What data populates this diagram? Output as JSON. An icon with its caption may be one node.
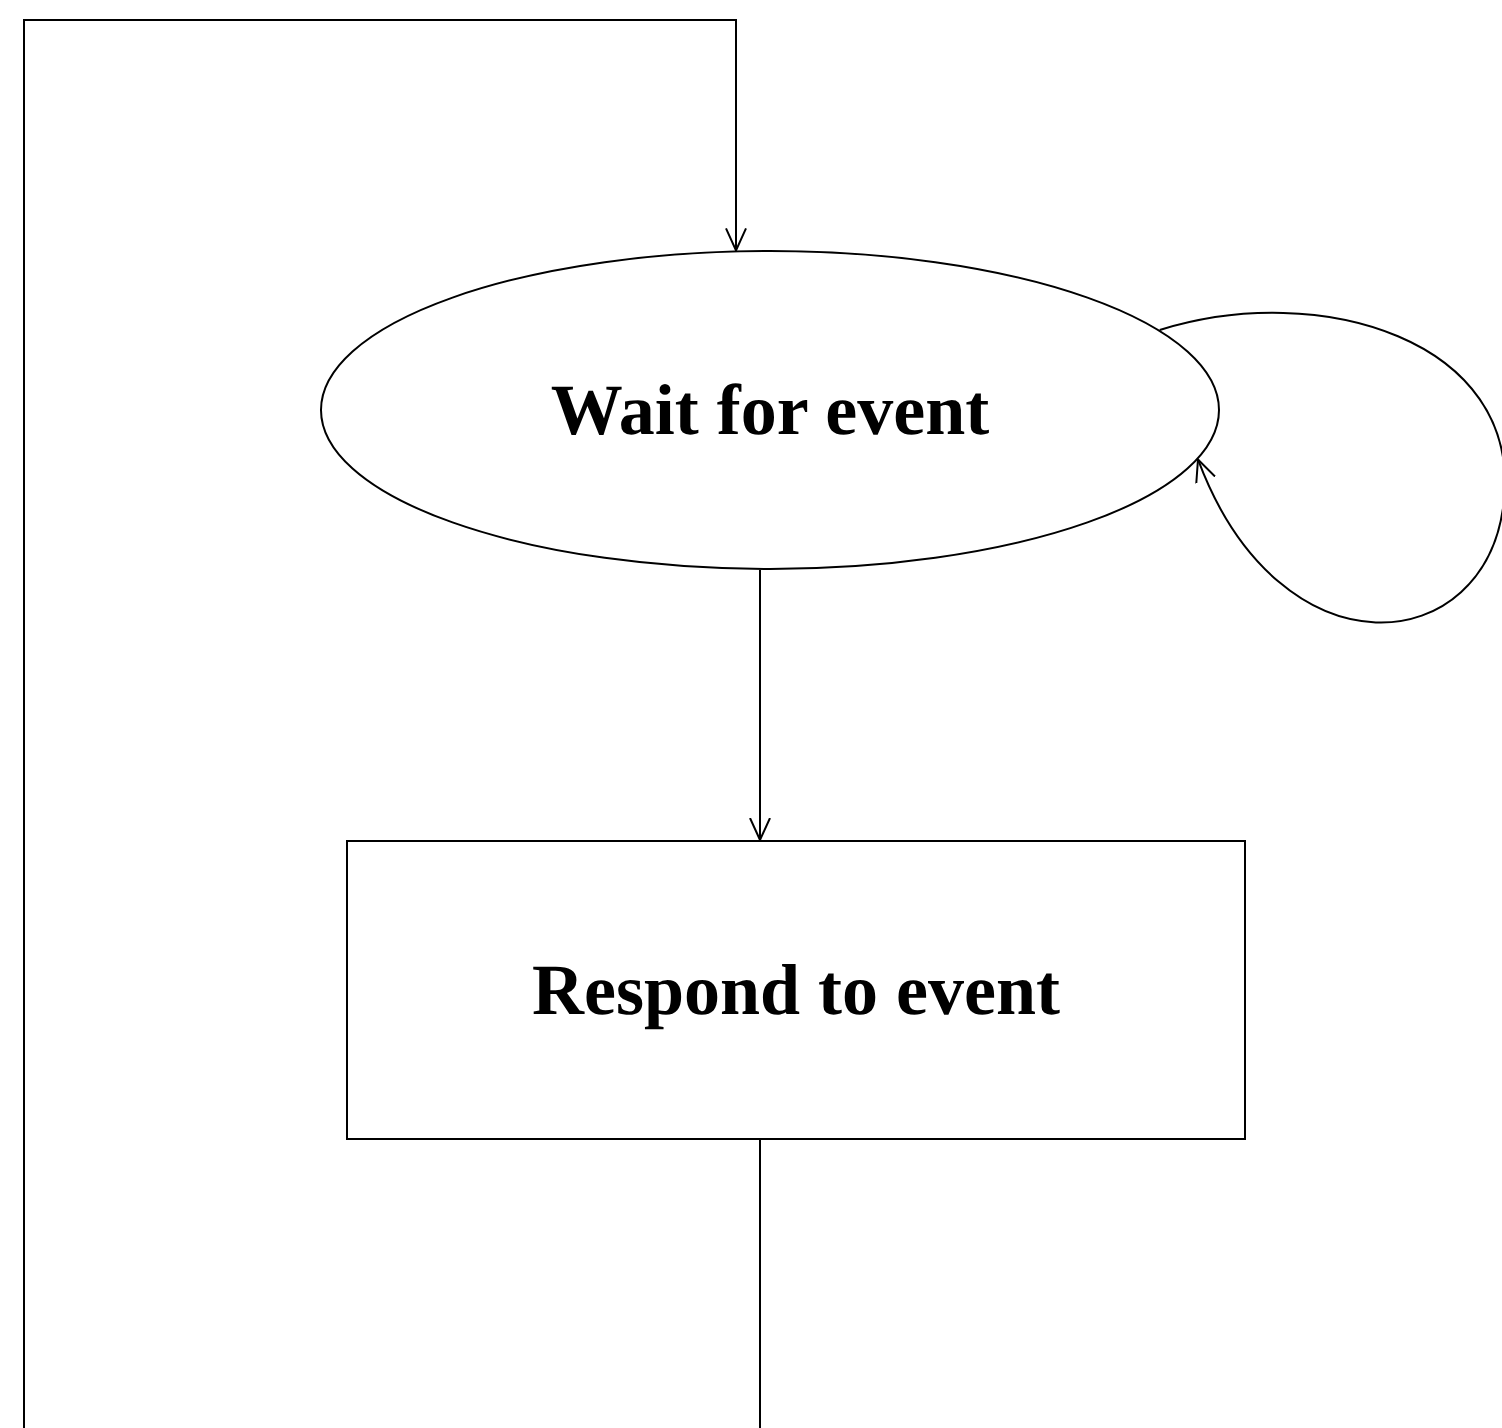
{
  "diagram": {
    "nodes": [
      {
        "text": [
          "Wait for event"
        ]
      },
      {
        "text": [
          "Respond to event"
        ]
      }
    ],
    "edges": [
      {
        "from": 0,
        "to": 1,
        "arrow": "to"
      },
      {
        "from": 0,
        "to": 0,
        "arrow": "to"
      },
      {
        "from": 1,
        "to": 0,
        "arrow": "to"
      }
    ]
  }
}
